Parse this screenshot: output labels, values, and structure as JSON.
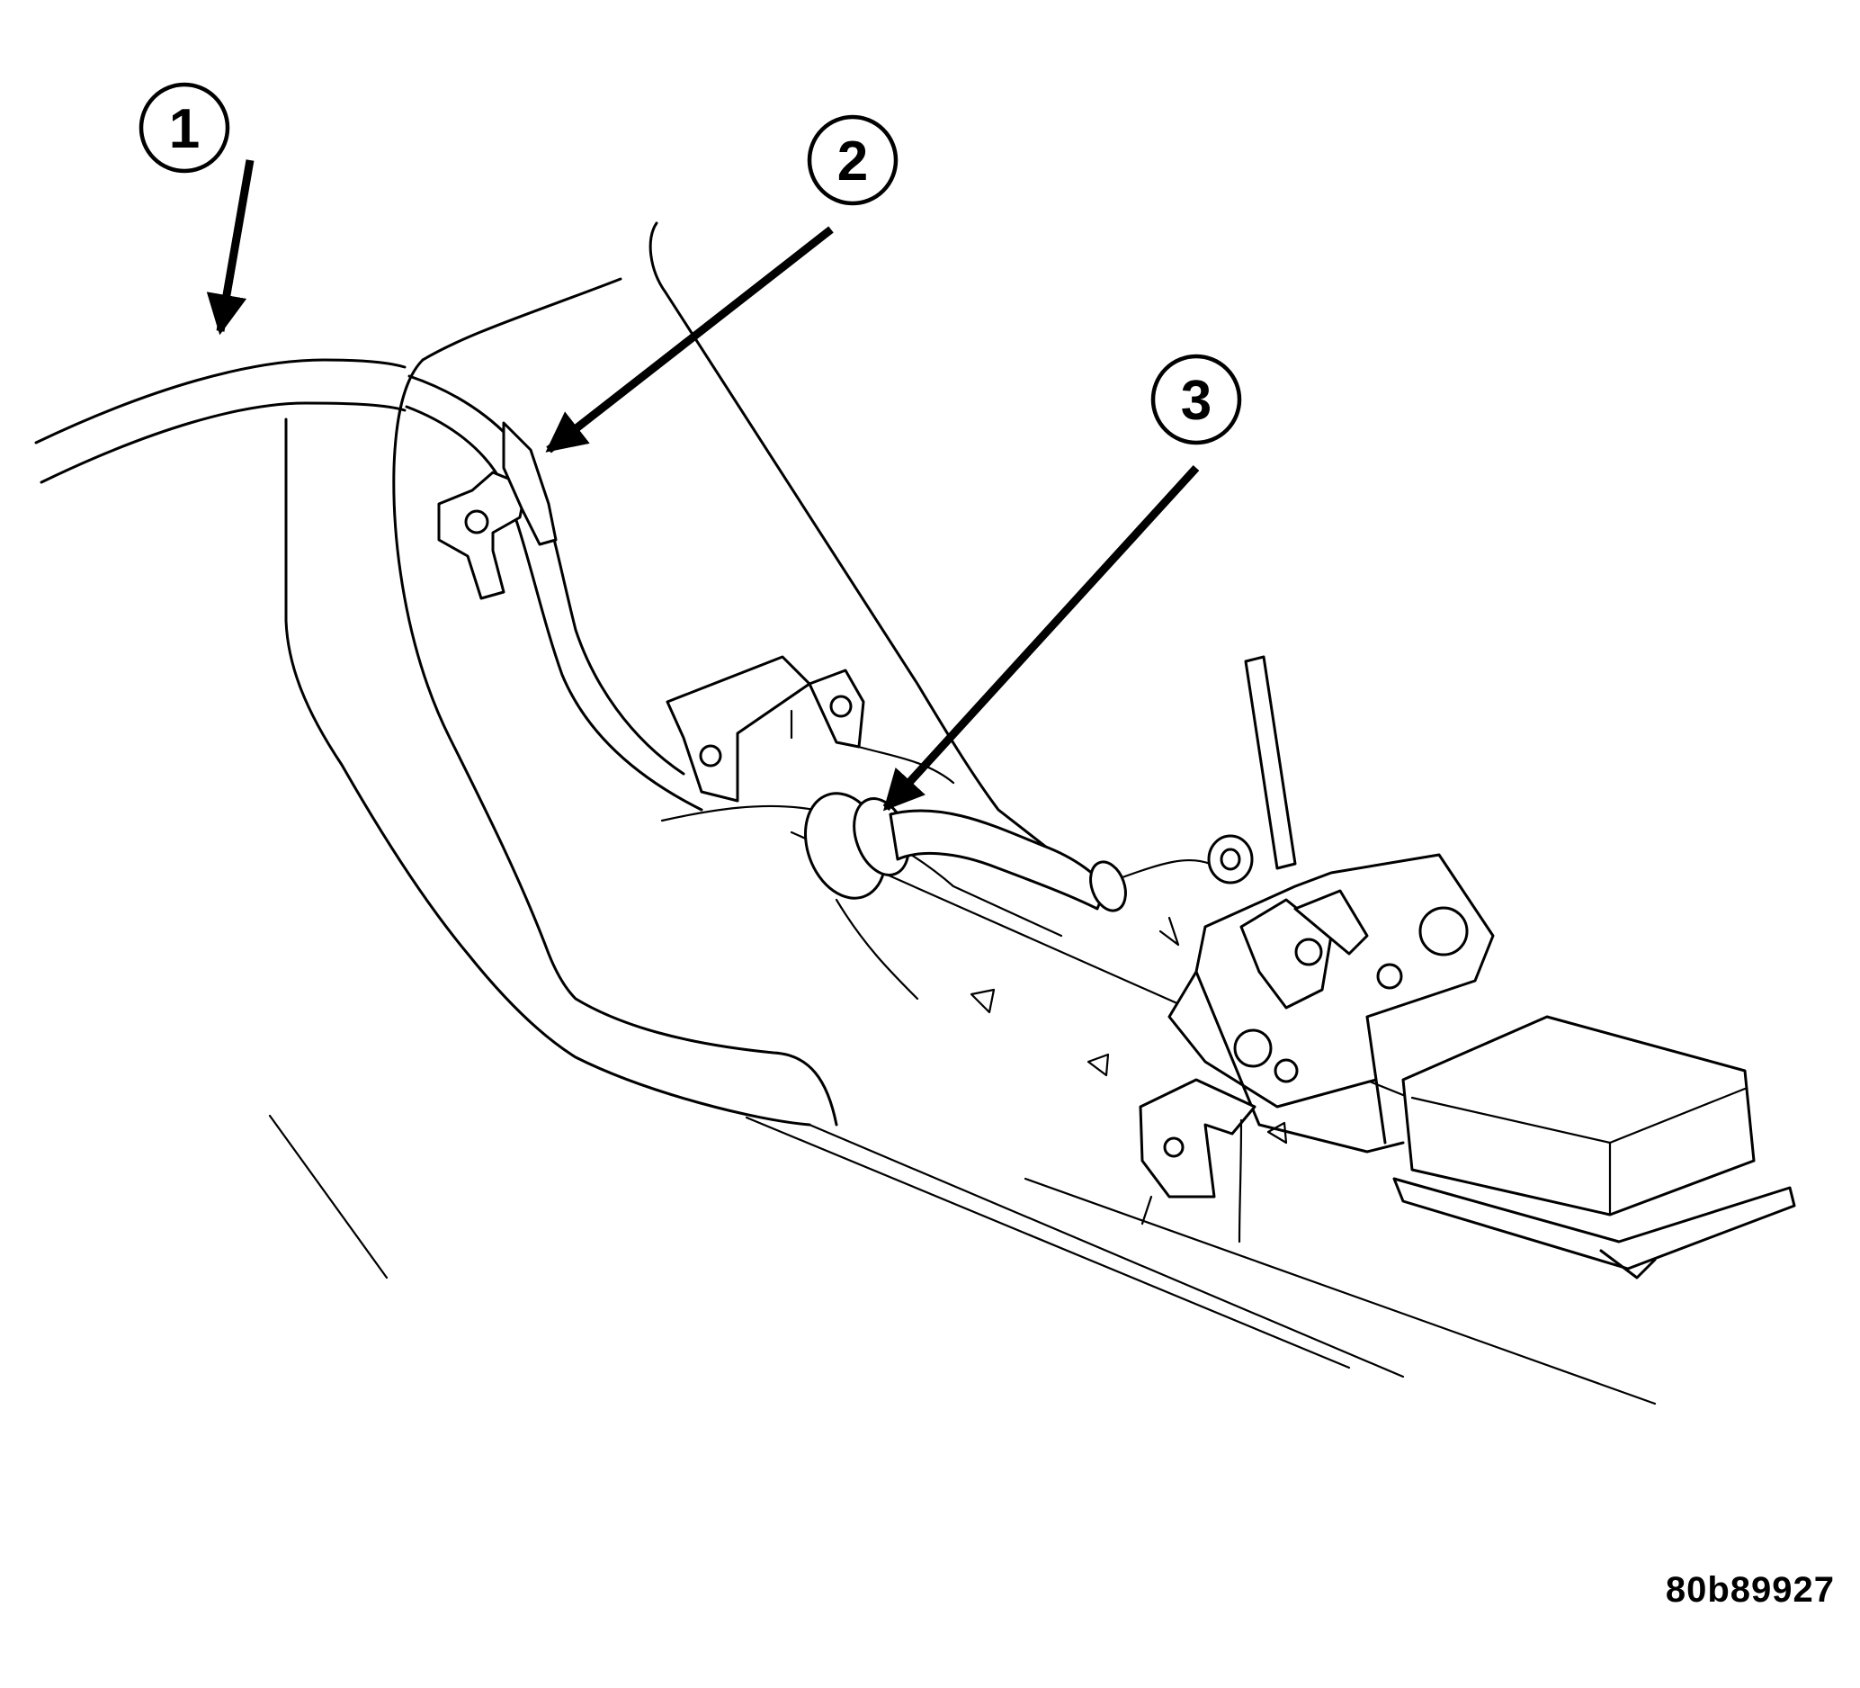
{
  "callouts": [
    {
      "number": "1",
      "icon": "callout-circle"
    },
    {
      "number": "2",
      "icon": "callout-circle"
    },
    {
      "number": "3",
      "icon": "callout-circle"
    }
  ],
  "figure_id": "80b89927",
  "colors": {
    "line": "#000000",
    "background": "#ffffff"
  }
}
